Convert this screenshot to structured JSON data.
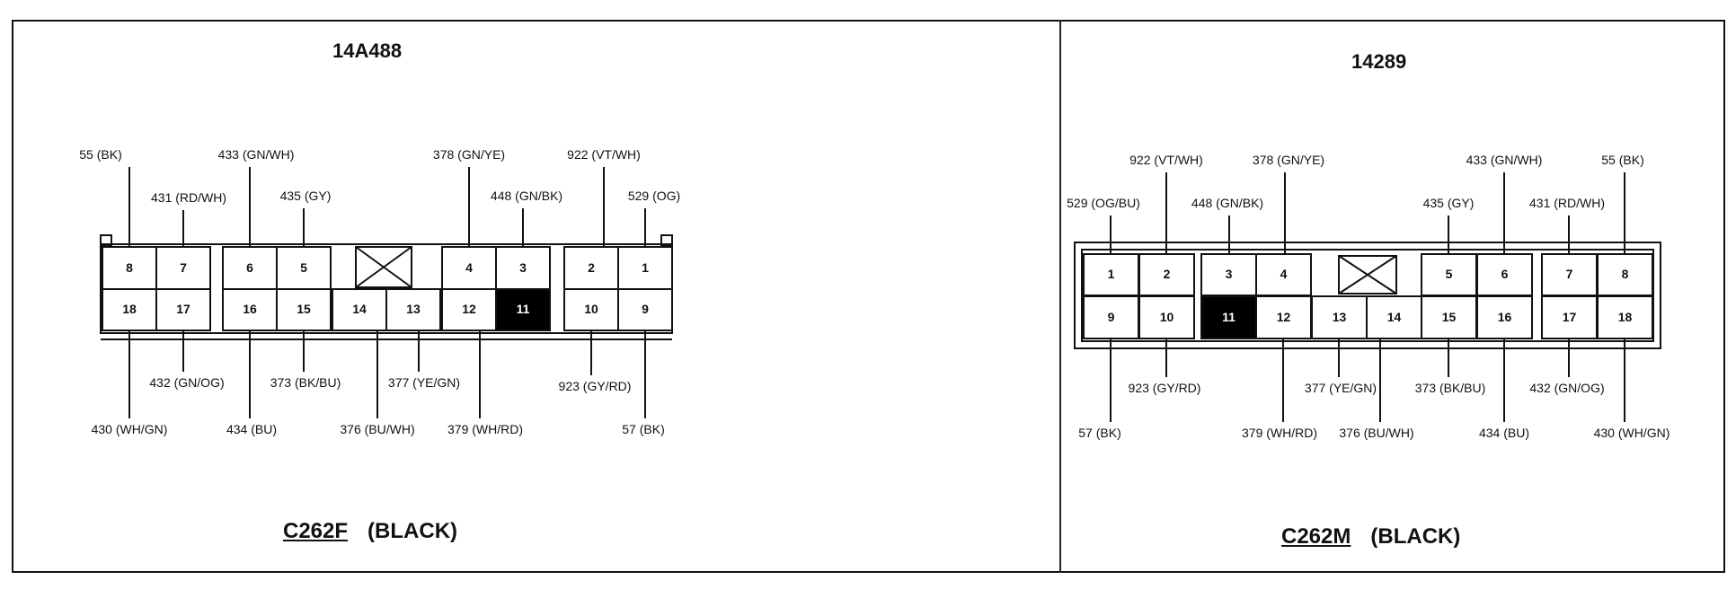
{
  "connectors": [
    {
      "part_number": "14A488",
      "connector_id": "C262F",
      "color": "(BLACK)",
      "pins": [
        {
          "pin": "8",
          "wire": "55 (BK)"
        },
        {
          "pin": "7",
          "wire": "431 (RD/WH)"
        },
        {
          "pin": "6",
          "wire": "433 (GN/WH)"
        },
        {
          "pin": "5",
          "wire": "435 (GY)"
        },
        {
          "pin": "4",
          "wire": "378 (GN/YE)"
        },
        {
          "pin": "3",
          "wire": "448 (GN/BK)"
        },
        {
          "pin": "2",
          "wire": "922 (VT/WH)"
        },
        {
          "pin": "1",
          "wire": "529 (OG)"
        },
        {
          "pin": "18",
          "wire": "430 (WH/GN)"
        },
        {
          "pin": "17",
          "wire": "432 (GN/OG)"
        },
        {
          "pin": "16",
          "wire": "434 (BU)"
        },
        {
          "pin": "15",
          "wire": "373 (BK/BU)"
        },
        {
          "pin": "14",
          "wire": "376 (BU/WH)"
        },
        {
          "pin": "13",
          "wire": "377 (YE/GN)"
        },
        {
          "pin": "12",
          "wire": "379 (WH/RD)"
        },
        {
          "pin": "11",
          "wire": ""
        },
        {
          "pin": "10",
          "wire": "923 (GY/RD)"
        },
        {
          "pin": "9",
          "wire": "57 (BK)"
        }
      ]
    },
    {
      "part_number": "14289",
      "connector_id": "C262M",
      "color": "(BLACK)",
      "pins": [
        {
          "pin": "1",
          "wire": "529 (OG/BU)"
        },
        {
          "pin": "2",
          "wire": "922 (VT/WH)"
        },
        {
          "pin": "3",
          "wire": "448 (GN/BK)"
        },
        {
          "pin": "4",
          "wire": "378 (GN/YE)"
        },
        {
          "pin": "5",
          "wire": "435 (GY)"
        },
        {
          "pin": "6",
          "wire": "433 (GN/WH)"
        },
        {
          "pin": "7",
          "wire": "431 (RD/WH)"
        },
        {
          "pin": "8",
          "wire": "55 (BK)"
        },
        {
          "pin": "9",
          "wire": "57 (BK)"
        },
        {
          "pin": "10",
          "wire": "923 (GY/RD)"
        },
        {
          "pin": "11",
          "wire": ""
        },
        {
          "pin": "12",
          "wire": "379 (WH/RD)"
        },
        {
          "pin": "13",
          "wire": "377 (YE/GN)"
        },
        {
          "pin": "14",
          "wire": "376 (BU/WH)"
        },
        {
          "pin": "15",
          "wire": "373 (BK/BU)"
        },
        {
          "pin": "16",
          "wire": "434 (BU)"
        },
        {
          "pin": "17",
          "wire": "432 (GN/OG)"
        },
        {
          "pin": "18",
          "wire": "430 (WH/GN)"
        }
      ]
    }
  ]
}
